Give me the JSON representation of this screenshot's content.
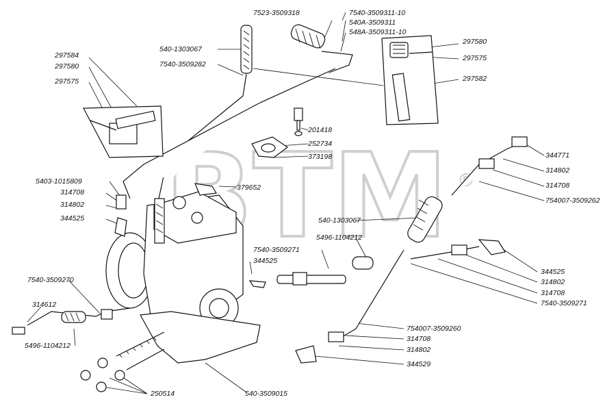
{
  "watermark": {
    "text": "BTM",
    "registered": "®"
  },
  "labels": [
    "7523-3509318",
    "7540-3509311-10",
    "540A-3509311",
    "548A-3509311-10",
    "297580",
    "297575",
    "297582",
    "297584",
    "297580",
    "297575",
    "540-1303067",
    "7540-3509282",
    "201418",
    "252734",
    "373198",
    "5403-1015809",
    "314708",
    "314802",
    "344525",
    "379652",
    "344771",
    "314802",
    "314708",
    "754007-3509262",
    "540-1303067",
    "5496-1104212",
    "7540-3509271",
    "344525",
    "344525",
    "314802",
    "314708",
    "7540-3509271",
    "7540-3509270",
    "314612",
    "5496-1104212",
    "754007-3509260",
    "314708",
    "314802",
    "344529",
    "250514",
    "540-3509015"
  ]
}
